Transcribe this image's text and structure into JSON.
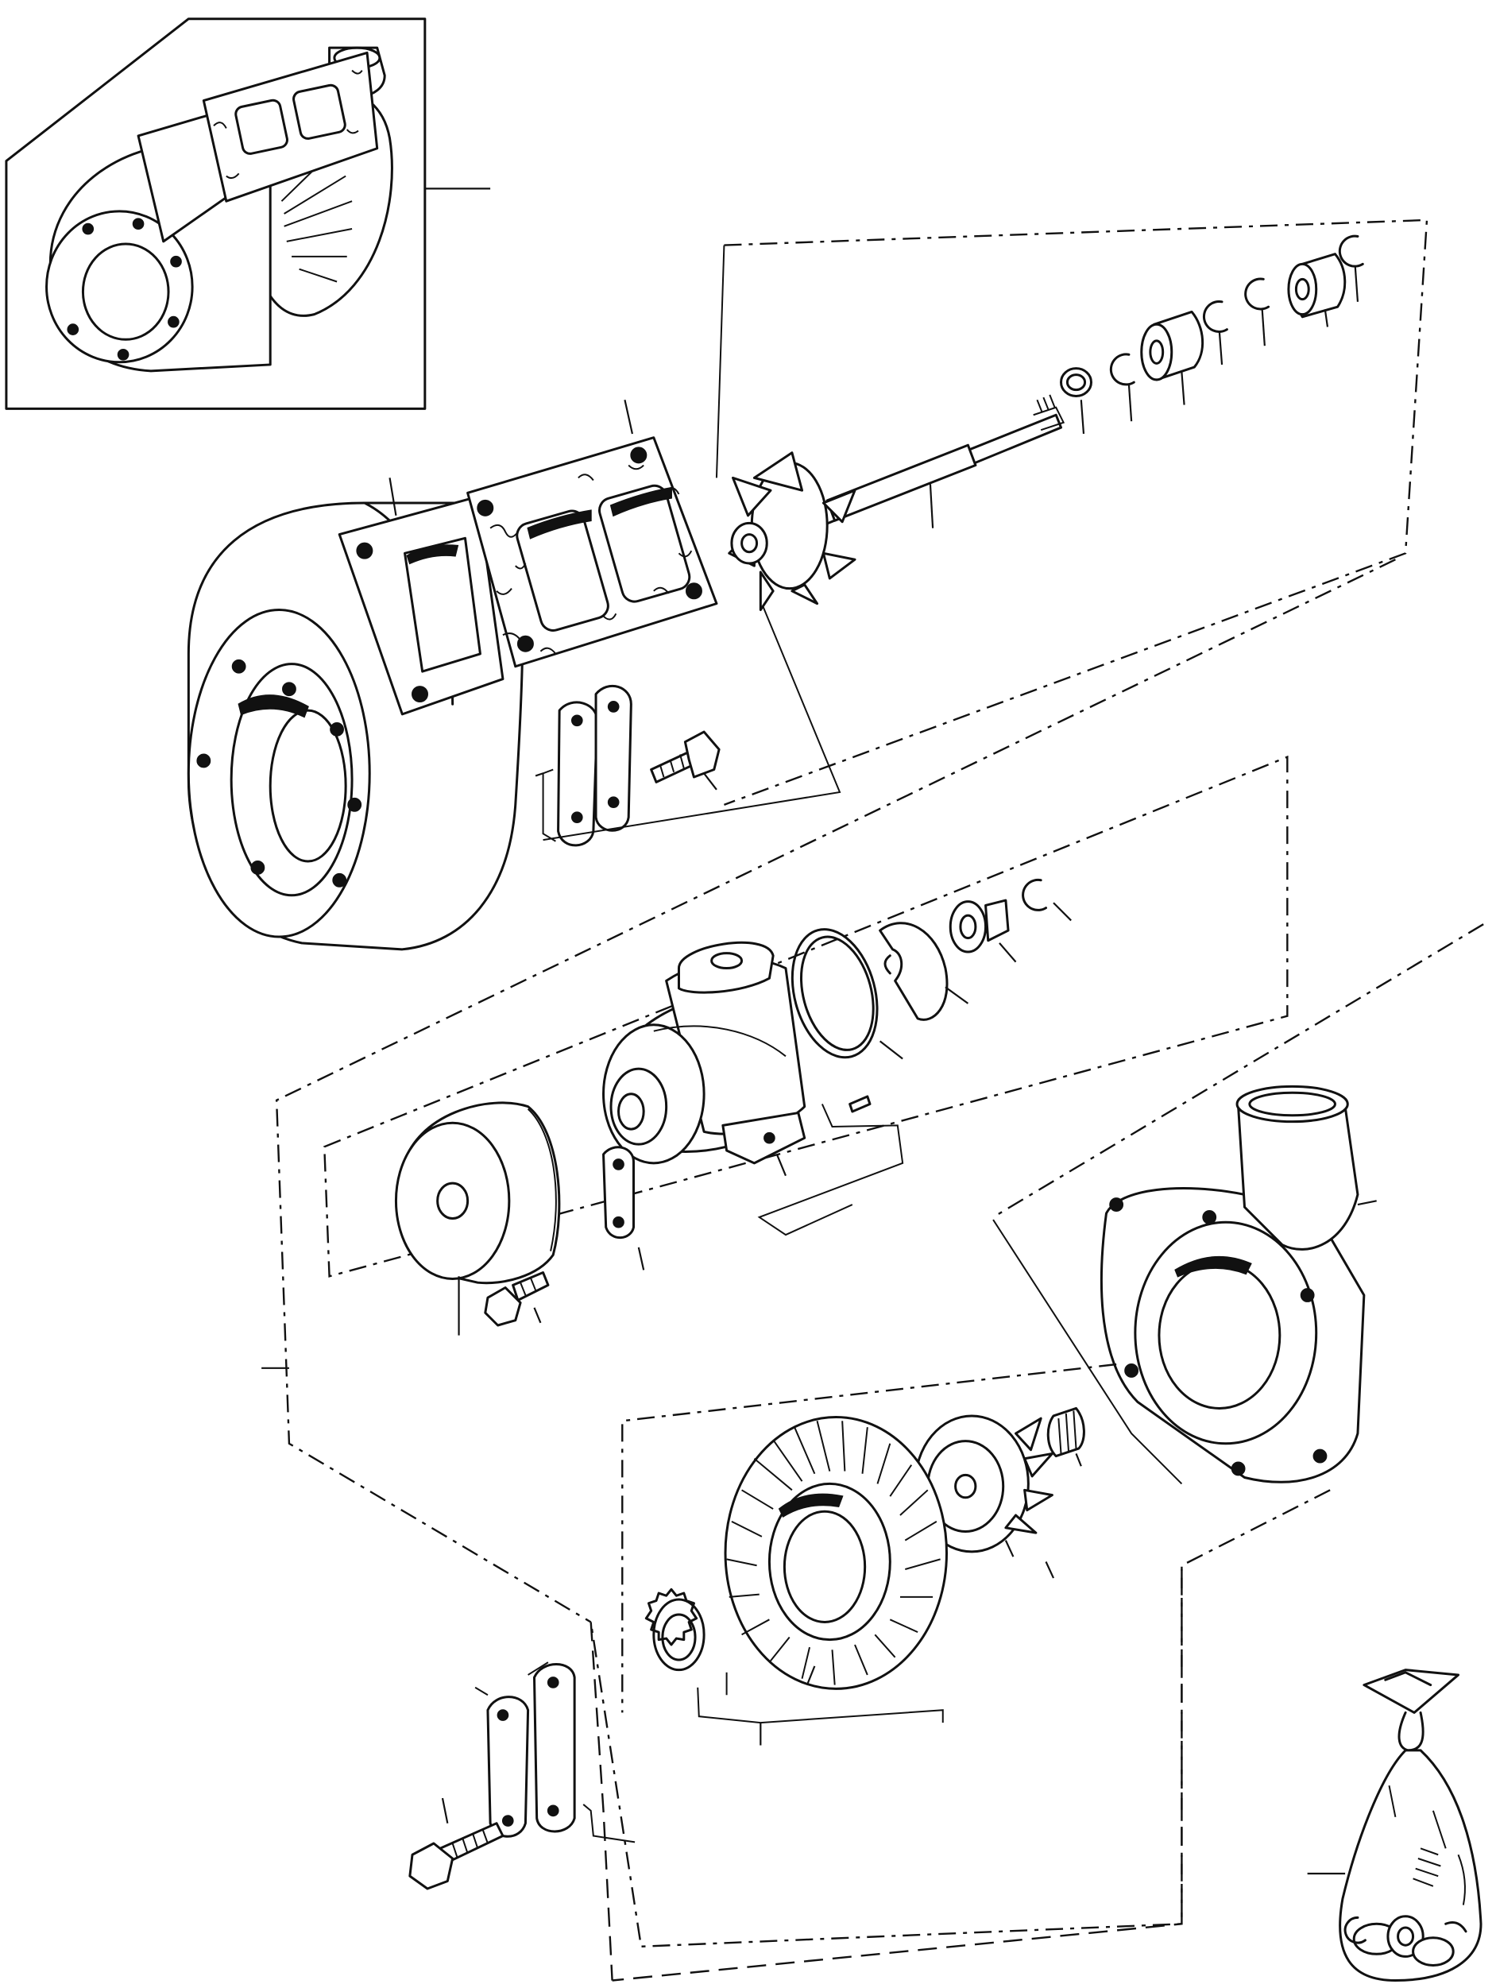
{
  "diagram": {
    "kind": "exploded-parts-view",
    "subject": "turbocharger",
    "printed_text": [],
    "colors": {
      "ink": "#111111",
      "paper": "#ffffff"
    },
    "components": [
      "assembly-inset",
      "turbine-housing",
      "turbine-flange-gasket",
      "turbine-shaft-wheel",
      "shaft-rings-bearings",
      "lock-plates-turbine",
      "turbine-bolt",
      "center-housing",
      "o-ring",
      "thrust-collar",
      "thrust-bearing",
      "retaining-ring",
      "heat-shield",
      "center-bolt",
      "compressor-housing",
      "compressor-wheel",
      "lock-nut",
      "backplate-diffuser",
      "snap-ring",
      "lock-plates-compressor",
      "compressor-bolt",
      "parts-kit-bag"
    ]
  }
}
